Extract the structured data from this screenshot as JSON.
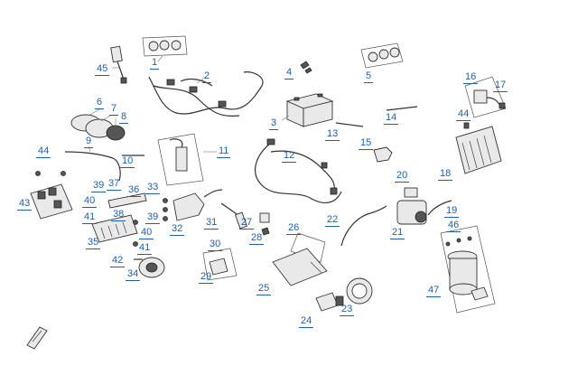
{
  "diagram": {
    "callouts": [
      "1",
      "2",
      "3",
      "4",
      "5",
      "6",
      "7",
      "8",
      "9",
      "10",
      "11",
      "12",
      "13",
      "14",
      "15",
      "16",
      "17",
      "18",
      "19",
      "20",
      "21",
      "22",
      "23",
      "24",
      "25",
      "26",
      "27",
      "28",
      "29",
      "30",
      "31",
      "32",
      "33",
      "34",
      "35",
      "36",
      "37",
      "38",
      "39",
      "40",
      "41",
      "42",
      "43",
      "44",
      "45",
      "46",
      "47"
    ],
    "colors": {
      "callout": "#1f5fa8",
      "linework": "#333333",
      "part_fill": "#e9e9e9"
    }
  }
}
